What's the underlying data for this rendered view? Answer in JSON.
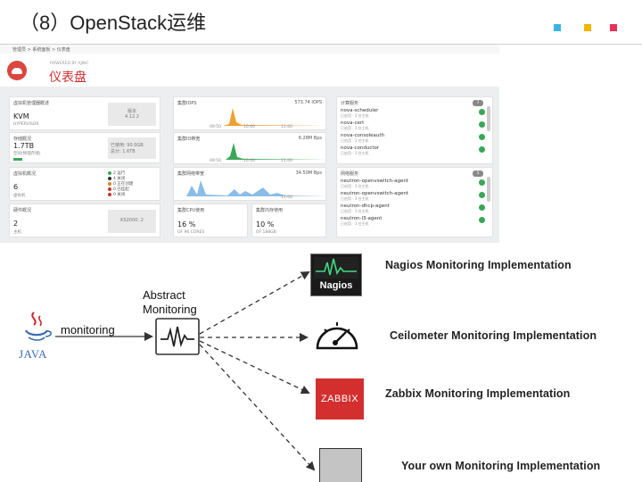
{
  "slide": {
    "title": "（8）OpenStack运维",
    "accent_colors": [
      "#3bb4e5",
      "#f5b400",
      "#e8315a"
    ]
  },
  "dashboard": {
    "breadcrumb": "管理员 > 系统面板 > 仪表盘",
    "powered_by": "POWERED BY AJINC",
    "heading": "仪表盘",
    "cards": {
      "hypervisor": {
        "title": "虚拟机管理器概述",
        "value": "KVM",
        "sub": "HYPERVISOR",
        "box_line1": "版本",
        "box_line2": "4.12.2"
      },
      "storage": {
        "title": "存储概况",
        "value": "1.7TB",
        "sub": "空间(物理存储)",
        "box_line1": "已使用: 90.0GB",
        "box_line2": "总计: 1.6TB"
      },
      "vm": {
        "title": "虚拟机概况",
        "value": "6",
        "sub": "虚拟机",
        "legend": [
          "2 运行",
          "4 关闭",
          "0 正在创建",
          "0 已挂起",
          "0 关闭"
        ]
      },
      "hosts": {
        "title": "硬件概况",
        "value": "2",
        "sub": "主机",
        "box_line1": "KS2000: 2"
      },
      "iops": {
        "title": "集群IOPS",
        "readout": "573.74 IOPS"
      },
      "io": {
        "title": "集群IO带宽",
        "readout": "6.28M Bps"
      },
      "net": {
        "title": "集群网络带宽",
        "readout": "34.50M Bps"
      },
      "cpu": {
        "title": "集群CPU使用",
        "value": "16 %",
        "sub": "OF 96 CORES"
      },
      "mem": {
        "title": "集群内存使用",
        "value": "10 %",
        "sub": "OF 188GB"
      }
    },
    "compute_services": {
      "title": "计算服务",
      "count": "7",
      "items": [
        {
          "name": "nova-scheduler",
          "sub": "已启用 · 3 台主机"
        },
        {
          "name": "nova-cert",
          "sub": "已启用 · 3 台主机"
        },
        {
          "name": "nova-consoleauth",
          "sub": "已启用 · 3 台主机"
        },
        {
          "name": "nova-conductor",
          "sub": "已启用 · 3 台主机"
        }
      ]
    },
    "network_services": {
      "title": "网络服务",
      "count": "5",
      "items": [
        {
          "name": "neutron-openvswitch-agent",
          "sub": "已启用 · 3 台主机"
        },
        {
          "name": "neutron-openvswitch-agent",
          "sub": "已启用 · 3 台主机"
        },
        {
          "name": "neutron-dhcp-agent",
          "sub": "已启用 · 3 台主机"
        },
        {
          "name": "neutron-l3-agent",
          "sub": "已启用 · 3 台主机"
        }
      ]
    },
    "chart_axis_labels": [
      "09:50",
      "10:00",
      "11:00"
    ]
  },
  "diagram": {
    "source_label": "JAVA",
    "edge_label": "monitoring",
    "abstract_line1": "Abstract",
    "abstract_line2": "Monitoring",
    "targets": [
      {
        "icon": "nagios",
        "icon_text": "Nagios",
        "label": "Nagios Monitoring Implementation"
      },
      {
        "icon": "gauge",
        "label": "Ceilometer Monitoring Implementation"
      },
      {
        "icon": "zabbix",
        "icon_text": "ZABBIX",
        "label": "Zabbix Monitoring Implementation"
      },
      {
        "icon": "blank-box",
        "label": "Your own Monitoring Implementation"
      }
    ],
    "colors": {
      "zabbix": "#d32f2f",
      "nagios_wave": "#3ddc84"
    }
  }
}
